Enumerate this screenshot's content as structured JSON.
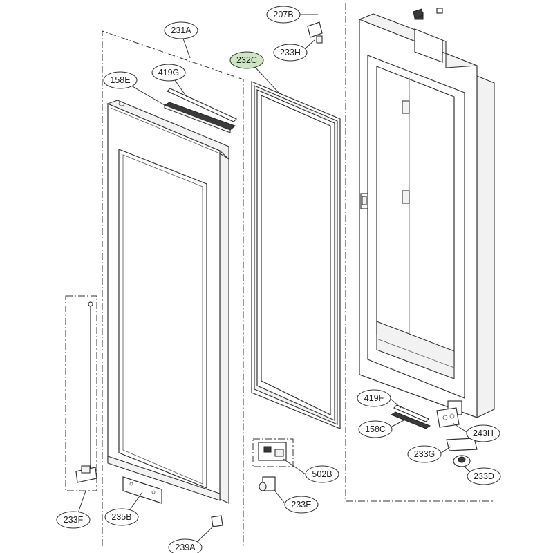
{
  "labels": {
    "l231A": "231A",
    "l232C": "232C",
    "l207B": "207B",
    "l233H": "233H",
    "l158E": "158E",
    "l419G": "419G",
    "l419F": "419F",
    "l158C": "158C",
    "l243H": "243H",
    "l233G": "233G",
    "l233D": "233D",
    "l502B": "502B",
    "l233E": "233E",
    "l235B": "235B",
    "l233F": "233F",
    "l239A": "239A"
  },
  "colors": {
    "highlight_label": "#cfe6c4",
    "line": "#333333"
  }
}
